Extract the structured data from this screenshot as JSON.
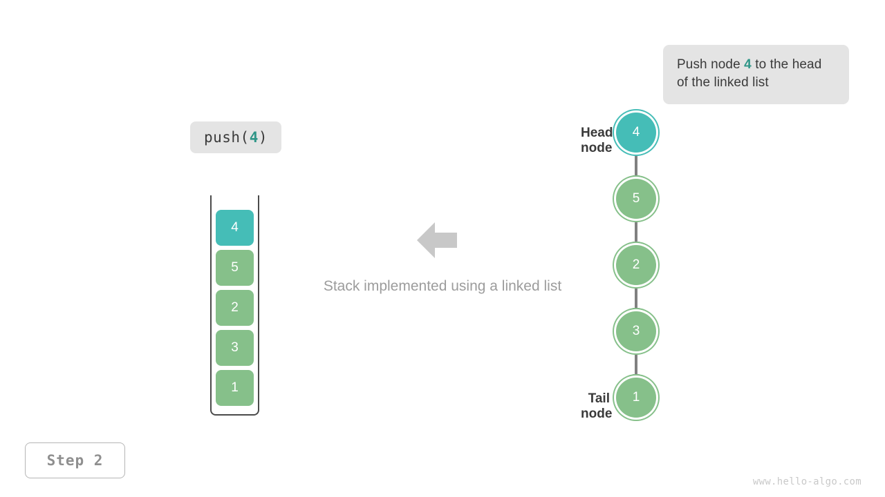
{
  "callout": {
    "text_before": "Push node ",
    "accent": "4",
    "text_after": " to the head of the linked list"
  },
  "operation": {
    "name": "push",
    "open_paren": "(",
    "argument": "4",
    "close_paren": ")"
  },
  "stack": {
    "title": "stack-column",
    "cells": [
      {
        "value": "4",
        "color": "#45bdb7",
        "highlighted": "true"
      },
      {
        "value": "5",
        "color": "#86c08a",
        "highlighted": "false"
      },
      {
        "value": "2",
        "color": "#86c08a",
        "highlighted": "false"
      },
      {
        "value": "3",
        "color": "#86c08a",
        "highlighted": "false"
      },
      {
        "value": "1",
        "color": "#86c08a",
        "highlighted": "false"
      }
    ]
  },
  "arrow": {
    "direction": "left",
    "color": "#c8c8c8"
  },
  "caption": {
    "text": "Stack implemented using a linked list"
  },
  "linked_list": {
    "head_label": "Head node",
    "tail_label": "Tail node",
    "nodes": [
      {
        "value": "4",
        "color": "#45bdb7",
        "highlighted": "true"
      },
      {
        "value": "5",
        "color": "#86c08a",
        "highlighted": "false"
      },
      {
        "value": "2",
        "color": "#86c08a",
        "highlighted": "false"
      },
      {
        "value": "3",
        "color": "#86c08a",
        "highlighted": "false"
      },
      {
        "value": "1",
        "color": "#86c08a",
        "highlighted": "false"
      }
    ]
  },
  "step_badge": {
    "label": "Step 2"
  },
  "watermark": {
    "text": "www.hello-algo.com"
  },
  "colors": {
    "accent_teal": "#2f9688",
    "node_teal": "#45bdb7",
    "node_green": "#86c08a",
    "chip_bg": "#e4e4e4",
    "edge_gray": "#808080",
    "caption_gray": "#9c9c9c"
  }
}
